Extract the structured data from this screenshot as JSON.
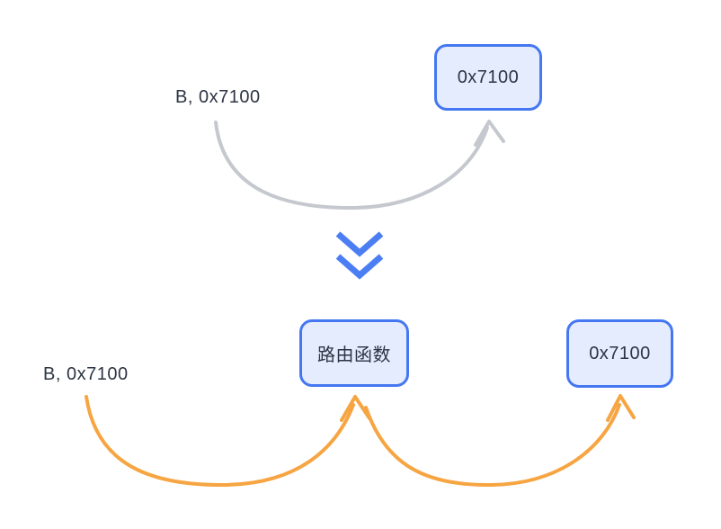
{
  "colors": {
    "box_border": "#4477f1",
    "box_fill": "#e4ecfd",
    "text_color": "#2c3543",
    "arrow_gray": "#c5c8ce",
    "arrow_orange": "#f6a542",
    "chevron_blue": "#4c7ef3"
  },
  "top_section": {
    "source_label": "B, 0x7100",
    "target_box": "0x7100"
  },
  "transition": {
    "icon": "double-chevron-down"
  },
  "bottom_section": {
    "source_label": "B, 0x7100",
    "router_box": "路由函数",
    "target_box": "0x7100"
  }
}
